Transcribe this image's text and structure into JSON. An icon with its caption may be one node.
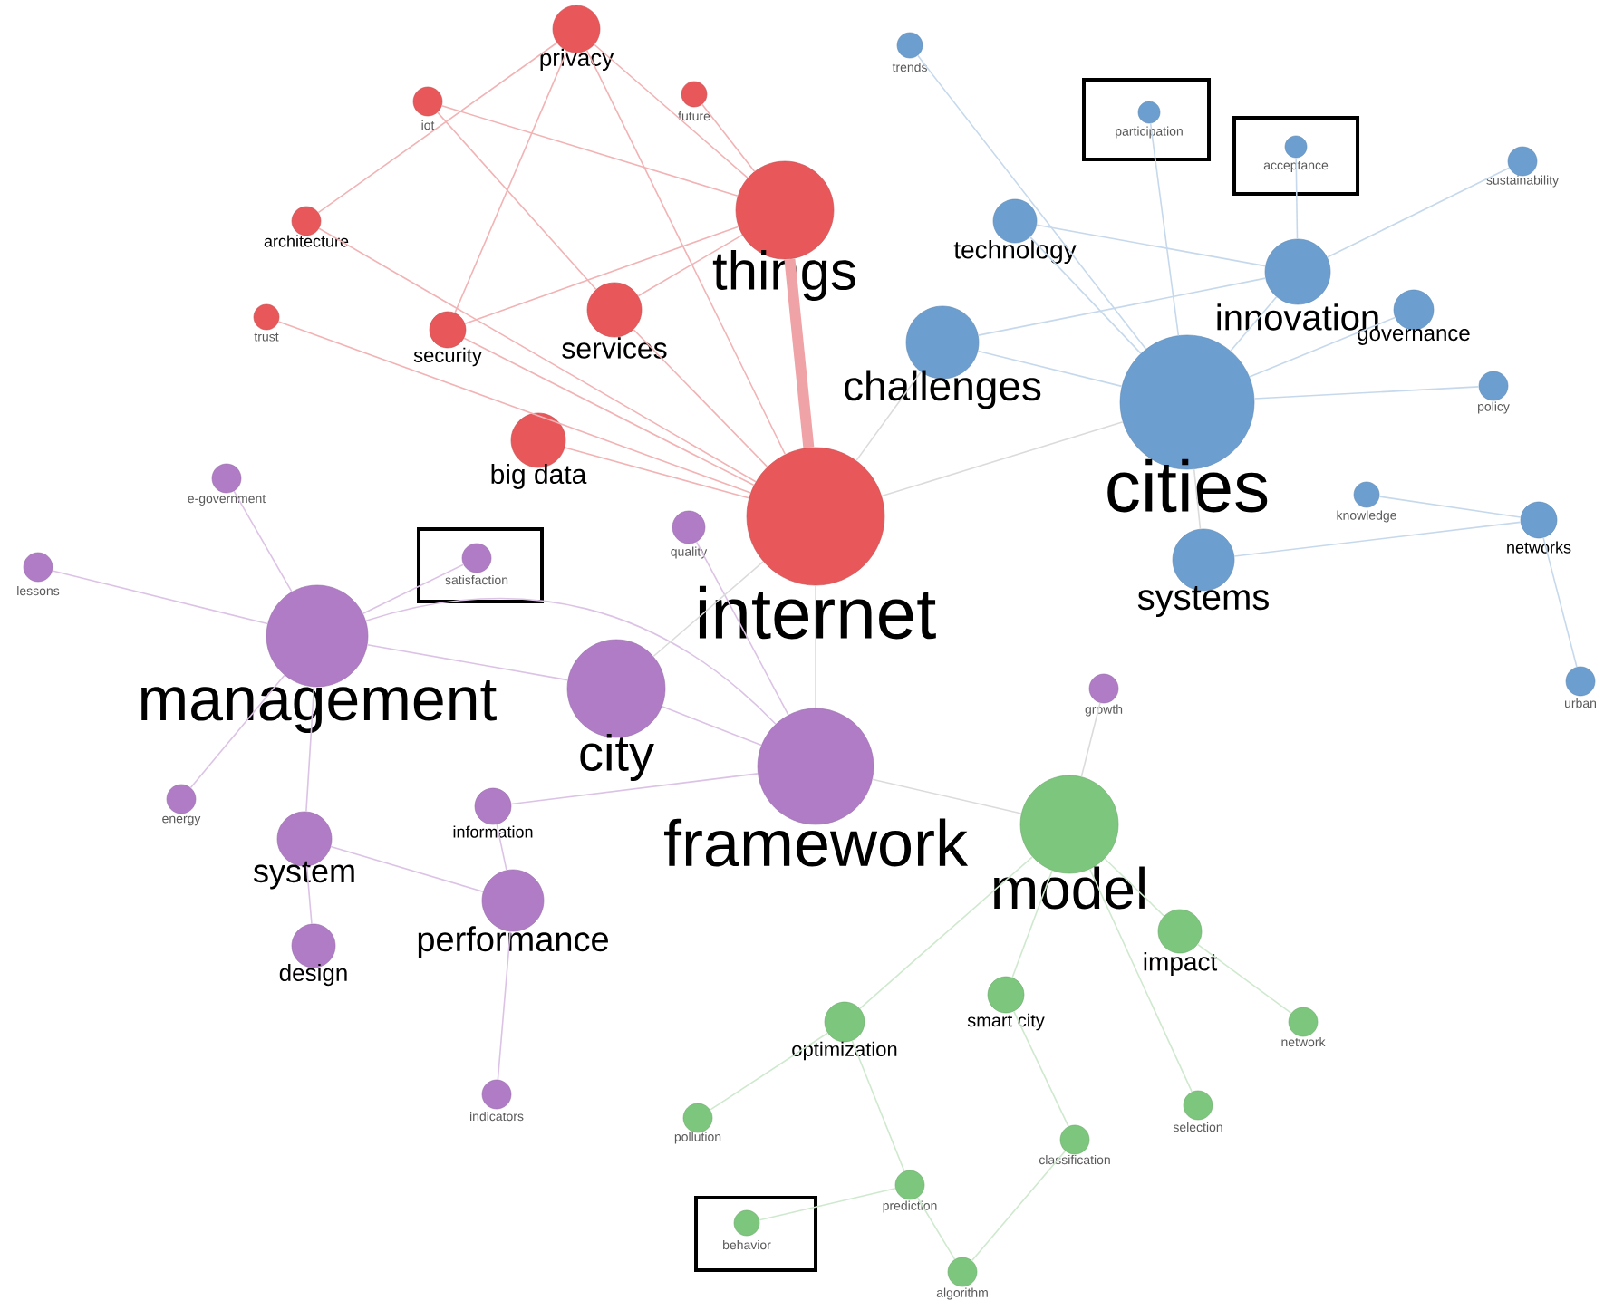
{
  "diagram": {
    "nodes": [
      {
        "text": [
          "privacy"
        ]
      },
      {
        "text": [
          "iot"
        ]
      },
      {
        "text": [
          "future"
        ]
      },
      {
        "text": [
          "architecture"
        ]
      },
      {
        "text": [
          "trust"
        ]
      },
      {
        "text": [
          "security"
        ]
      },
      {
        "text": [
          "services"
        ]
      },
      {
        "text": [
          "things"
        ]
      },
      {
        "text": [
          "big data"
        ]
      },
      {
        "text": [
          "internet"
        ]
      },
      {
        "text": [
          "trends"
        ]
      },
      {
        "text": [],
        "shape": "box"
      },
      {
        "text": [
          "participation"
        ],
        "in": 11
      },
      {
        "text": [],
        "shape": "box"
      },
      {
        "text": [
          "acceptance"
        ],
        "in": 13
      },
      {
        "text": [
          "sustainability"
        ]
      },
      {
        "text": [
          "technology"
        ]
      },
      {
        "text": [
          "challenges"
        ]
      },
      {
        "text": [
          "innovation"
        ]
      },
      {
        "text": [
          "governance"
        ]
      },
      {
        "text": [
          "policy"
        ]
      },
      {
        "text": [
          "cities"
        ]
      },
      {
        "text": [
          "knowledge"
        ]
      },
      {
        "text": [
          "networks"
        ]
      },
      {
        "text": [
          "systems"
        ]
      },
      {
        "text": [
          "urban"
        ]
      },
      {
        "text": [
          "e-government"
        ]
      },
      {
        "text": [
          "lessons"
        ]
      },
      {
        "text": [],
        "shape": "box"
      },
      {
        "text": [
          "satisfaction"
        ],
        "in": 28
      },
      {
        "text": [
          "quality"
        ]
      },
      {
        "text": [
          "management"
        ]
      },
      {
        "text": [
          "city"
        ]
      },
      {
        "text": [
          "growth"
        ]
      },
      {
        "text": [
          "framework"
        ]
      },
      {
        "text": [
          "energy"
        ]
      },
      {
        "text": [
          "information"
        ]
      },
      {
        "text": [
          "system"
        ]
      },
      {
        "text": [
          "performance"
        ]
      },
      {
        "text": [
          "design"
        ]
      },
      {
        "text": [
          "indicators"
        ]
      },
      {
        "text": [
          "model"
        ]
      },
      {
        "text": [
          "impact"
        ]
      },
      {
        "text": [
          "optimization"
        ]
      },
      {
        "text": [
          "smart city"
        ]
      },
      {
        "text": [
          "network"
        ]
      },
      {
        "text": [
          "pollution"
        ]
      },
      {
        "text": [
          "selection"
        ]
      },
      {
        "text": [
          "classification"
        ]
      },
      {
        "text": [
          "prediction"
        ]
      },
      {
        "text": [],
        "shape": "box"
      },
      {
        "text": [
          "behavior"
        ],
        "in": 50
      },
      {
        "text": [
          "algorithm"
        ]
      }
    ],
    "edges": [
      {
        "from": 7,
        "to": 9,
        "arrow": "none",
        "style": "thick",
        "color": "#f0a3a6"
      },
      {
        "from": 0,
        "to": 9,
        "arrow": "none",
        "color": "#f2b3b5"
      },
      {
        "from": 0,
        "to": 5,
        "arrow": "none",
        "color": "#f2b3b5"
      },
      {
        "from": 0,
        "to": 7,
        "arrow": "none",
        "color": "#f2b3b5"
      },
      {
        "from": 1,
        "to": 7,
        "arrow": "none",
        "color": "#f2b3b5"
      },
      {
        "from": 1,
        "to": 6,
        "arrow": "none",
        "color": "#f2b3b5"
      },
      {
        "from": 3,
        "to": 9,
        "arrow": "none",
        "color": "#f2b3b5"
      },
      {
        "from": 3,
        "to": 0,
        "arrow": "none",
        "color": "#f2b3b5"
      },
      {
        "from": 4,
        "to": 9,
        "arrow": "none",
        "color": "#f2b3b5"
      },
      {
        "from": 5,
        "to": 7,
        "arrow": "none",
        "color": "#f2b3b5"
      },
      {
        "from": 6,
        "to": 9,
        "arrow": "none",
        "color": "#f2b3b5"
      },
      {
        "from": 8,
        "to": 9,
        "arrow": "none",
        "color": "#f2b3b5"
      },
      {
        "from": 2,
        "to": 7,
        "arrow": "none",
        "color": "#f2b3b5"
      },
      {
        "from": 5,
        "to": 9,
        "arrow": "none",
        "color": "#f2b3b5"
      },
      {
        "from": 6,
        "to": 7,
        "arrow": "none",
        "color": "#f2b3b5"
      },
      {
        "from": 17,
        "to": 21,
        "arrow": "none",
        "color": "#c6d9ec"
      },
      {
        "from": 18,
        "to": 21,
        "arrow": "none",
        "color": "#c6d9ec"
      },
      {
        "from": 16,
        "to": 21,
        "arrow": "none",
        "color": "#c6d9ec"
      },
      {
        "from": 16,
        "to": 18,
        "arrow": "none",
        "color": "#c6d9ec"
      },
      {
        "from": 24,
        "to": 23,
        "arrow": "none",
        "color": "#c6d9ec"
      },
      {
        "from": 21,
        "to": 19,
        "arrow": "none",
        "color": "#c6d9ec"
      },
      {
        "from": 10,
        "to": 21,
        "arrow": "none",
        "color": "#c6d9ec"
      },
      {
        "from": 12,
        "to": 21,
        "arrow": "none",
        "color": "#c6d9ec"
      },
      {
        "from": 14,
        "to": 18,
        "arrow": "none",
        "color": "#c6d9ec"
      },
      {
        "from": 15,
        "to": 18,
        "arrow": "none",
        "color": "#c6d9ec"
      },
      {
        "from": 22,
        "to": 23,
        "arrow": "none",
        "color": "#c6d9ec"
      },
      {
        "from": 25,
        "to": 23,
        "arrow": "none",
        "color": "#c6d9ec"
      },
      {
        "from": 20,
        "to": 21,
        "arrow": "none",
        "color": "#c6d9ec"
      },
      {
        "from": 17,
        "to": 18,
        "arrow": "none",
        "color": "#c6d9ec"
      },
      {
        "from": 27,
        "to": 31,
        "arrow": "none",
        "color": "#dcc3e6"
      },
      {
        "from": 31,
        "to": 34,
        "arrow": "none",
        "color": "#dcc3e6"
      },
      {
        "from": 31,
        "to": 32,
        "arrow": "none",
        "color": "#dcc3e6"
      },
      {
        "from": 32,
        "to": 34,
        "arrow": "none",
        "color": "#dcc3e6"
      },
      {
        "from": 36,
        "to": 34,
        "arrow": "none",
        "color": "#dcc3e6"
      },
      {
        "from": 37,
        "to": 31,
        "arrow": "none",
        "color": "#dcc3e6"
      },
      {
        "from": 26,
        "to": 31,
        "arrow": "none",
        "color": "#dcc3e6"
      },
      {
        "from": 29,
        "to": 31,
        "arrow": "none",
        "color": "#dcc3e6"
      },
      {
        "from": 38,
        "to": 37,
        "arrow": "none",
        "color": "#dcc3e6"
      },
      {
        "from": 38,
        "to": 40,
        "arrow": "none",
        "color": "#dcc3e6"
      },
      {
        "from": 39,
        "to": 37,
        "arrow": "none",
        "color": "#dcc3e6"
      },
      {
        "from": 30,
        "to": 34,
        "arrow": "none",
        "color": "#dcc3e6"
      },
      {
        "from": 38,
        "to": 36,
        "arrow": "none",
        "color": "#dcc3e6"
      },
      {
        "from": 31,
        "to": 35,
        "arrow": "none",
        "color": "#dcc3e6"
      },
      {
        "from": 41,
        "to": 44,
        "arrow": "none",
        "color": "#cfe9cf"
      },
      {
        "from": 41,
        "to": 42,
        "arrow": "none",
        "color": "#cfe9cf"
      },
      {
        "from": 41,
        "to": 43,
        "arrow": "none",
        "color": "#cfe9cf"
      },
      {
        "from": 41,
        "to": 47,
        "arrow": "none",
        "color": "#cfe9cf"
      },
      {
        "from": 42,
        "to": 45,
        "arrow": "none",
        "color": "#cfe9cf"
      },
      {
        "from": 43,
        "to": 49,
        "arrow": "none",
        "color": "#cfe9cf"
      },
      {
        "from": 49,
        "to": 52,
        "arrow": "none",
        "color": "#cfe9cf"
      },
      {
        "from": 48,
        "to": 52,
        "arrow": "none",
        "color": "#cfe9cf"
      },
      {
        "from": 44,
        "to": 48,
        "arrow": "none",
        "color": "#cfe9cf"
      },
      {
        "from": 46,
        "to": 43,
        "arrow": "none",
        "color": "#cfe9cf"
      },
      {
        "from": 51,
        "to": 49,
        "arrow": "none",
        "color": "#cfe9cf"
      },
      {
        "from": 34,
        "to": 41,
        "arrow": "none"
      },
      {
        "from": 9,
        "to": 21,
        "arrow": "none"
      },
      {
        "from": 9,
        "to": 34,
        "arrow": "none"
      },
      {
        "from": 9,
        "to": 32,
        "arrow": "none"
      },
      {
        "from": 17,
        "to": 9,
        "arrow": "none"
      },
      {
        "from": 21,
        "to": 24,
        "arrow": "none"
      },
      {
        "from": 33,
        "to": 41,
        "arrow": "none"
      }
    ]
  }
}
